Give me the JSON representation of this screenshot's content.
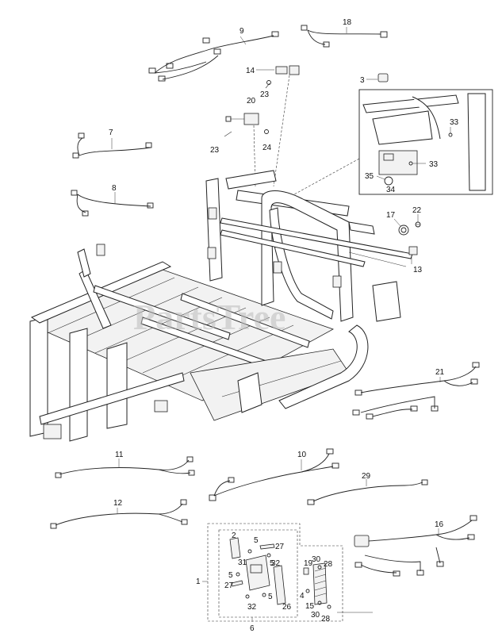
{
  "diagram": {
    "watermark": "PartsTree",
    "callouts": [
      {
        "id": "c9",
        "text": "9"
      },
      {
        "id": "c18",
        "text": "18"
      },
      {
        "id": "c14",
        "text": "14"
      },
      {
        "id": "c3",
        "text": "3"
      },
      {
        "id": "c23a",
        "text": "23"
      },
      {
        "id": "c20",
        "text": "20"
      },
      {
        "id": "c33a",
        "text": "33"
      },
      {
        "id": "c33b",
        "text": "33"
      },
      {
        "id": "c7",
        "text": "7"
      },
      {
        "id": "c23b",
        "text": "23"
      },
      {
        "id": "c24",
        "text": "24"
      },
      {
        "id": "c35",
        "text": "35"
      },
      {
        "id": "c34",
        "text": "34"
      },
      {
        "id": "c8",
        "text": "8"
      },
      {
        "id": "c17",
        "text": "17"
      },
      {
        "id": "c22",
        "text": "22"
      },
      {
        "id": "c13",
        "text": "13"
      },
      {
        "id": "c21",
        "text": "21"
      },
      {
        "id": "c11",
        "text": "11"
      },
      {
        "id": "c10",
        "text": "10"
      },
      {
        "id": "c29",
        "text": "29"
      },
      {
        "id": "c12",
        "text": "12"
      },
      {
        "id": "c16",
        "text": "16"
      },
      {
        "id": "c2",
        "text": "2"
      },
      {
        "id": "c5a",
        "text": "5"
      },
      {
        "id": "c27a",
        "text": "27"
      },
      {
        "id": "c31",
        "text": "31"
      },
      {
        "id": "c5b",
        "text": "5"
      },
      {
        "id": "c27b",
        "text": "27"
      },
      {
        "id": "c5c",
        "text": "5"
      },
      {
        "id": "c32a",
        "text": "32"
      },
      {
        "id": "c32b",
        "text": "32"
      },
      {
        "id": "c26",
        "text": "26"
      },
      {
        "id": "c1",
        "text": "1"
      },
      {
        "id": "c5d",
        "text": "5"
      },
      {
        "id": "c19",
        "text": "19"
      },
      {
        "id": "c30a",
        "text": "30"
      },
      {
        "id": "c28a",
        "text": "28"
      },
      {
        "id": "c4",
        "text": "4"
      },
      {
        "id": "c15",
        "text": "15"
      },
      {
        "id": "c30b",
        "text": "30"
      },
      {
        "id": "c28b",
        "text": "28"
      },
      {
        "id": "c6",
        "text": "6"
      }
    ]
  }
}
